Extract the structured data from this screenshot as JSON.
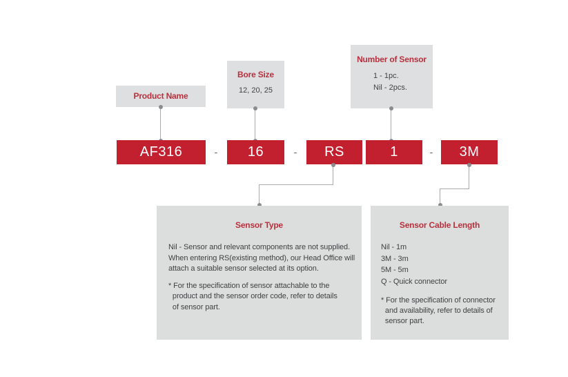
{
  "colors": {
    "segment_red": "#c2202f",
    "title_red": "#b8303d",
    "callout_gray": "#dedfe0",
    "connector_gray": "#a8aaad",
    "text_dark": "#414143"
  },
  "diagram": {
    "top_callouts": {
      "product_name": {
        "title": "Product Name"
      },
      "bore_size": {
        "title": "Bore Size",
        "values": "12, 20, 25"
      },
      "number_of_sensor": {
        "title": "Number of Sensor",
        "values": "1 - 1pc.\nNil - 2pcs."
      }
    },
    "code": {
      "separator": "-",
      "segments": {
        "product": "AF316",
        "bore": "16",
        "sensor_type": "RS",
        "sensor_count": "1",
        "cable_length": "3M"
      }
    },
    "bottom_callouts": {
      "sensor_type": {
        "title": "Sensor Type",
        "body": "Nil - Sensor and relevant components are not supplied.\nWhen entering RS(existing method), our Head Office will\nattach a suitable sensor selected at its option.",
        "note": "* For the specification of sensor attachable to the\n  product and the sensor order code, refer to details\n  of sensor part."
      },
      "sensor_cable_length": {
        "title": "Sensor Cable Length",
        "body": "Nil - 1m\n3M - 3m\n5M - 5m\nQ - Quick connector",
        "note": "* For the specification of connector\n  and availability, refer to details of\n  sensor part."
      }
    }
  }
}
